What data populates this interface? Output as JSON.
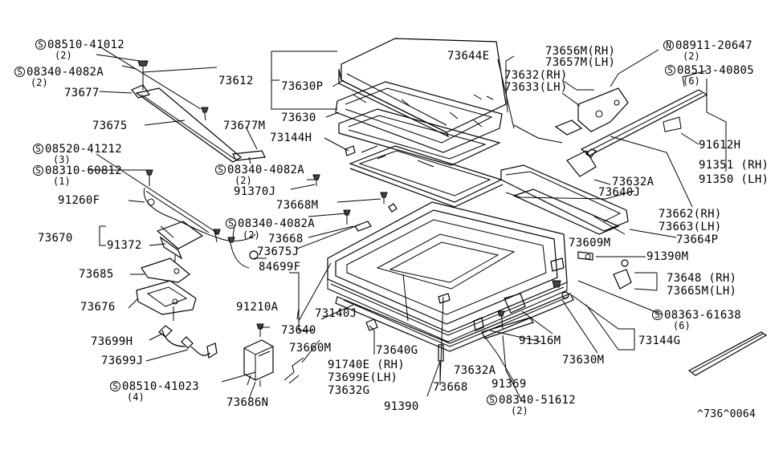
{
  "diagram": {
    "catalog_code": "^736^0064",
    "symbols": {
      "S": "S",
      "N": "N"
    },
    "callouts": {
      "c08510_41012": "08510-41012",
      "c08510_41012_q": "(2)",
      "c08340_4082A_a": "08340-4082A",
      "c08340_4082A_a_q": "(2)",
      "c73677": "73677",
      "c73675": "73675",
      "c73677M": "73677M",
      "c08340_4082A_b": "08340-4082A",
      "c08340_4082A_b_q": "(2)",
      "c08520_41212": "08520-41212",
      "c08520_41212_q": "(3)",
      "c08310_60812": "08310-60812",
      "c08310_60812_q": "(1)",
      "c91260F": "91260F",
      "c73670": "73670",
      "c91372": "91372",
      "c73685": "73685",
      "c73676": "73676",
      "c73699H": "73699H",
      "c73699J": "73699J",
      "c08510_41023": "08510-41023",
      "c08510_41023_q": "(4)",
      "c73686N": "73686N",
      "c73660M": "73660M",
      "c91210A": "91210A",
      "c84699F": "84699F",
      "c08340_4082A_c": "08340-4082A",
      "c08340_4082A_c_q": "(2)",
      "c73668_a": "73668",
      "c73675J": "73675J",
      "c73668M": "73668M",
      "c91370J": "91370J",
      "c73144H": "73144H",
      "c73630": "73630",
      "c73612": "73612",
      "c73630P": "73630P",
      "c73644E": "73644E",
      "c73656M": "73656M(RH)",
      "c73657M": "73657M(LH)",
      "c73632RH": "73632(RH)",
      "c73633LH": "73633(LH)",
      "c08911_20647": "08911-20647",
      "c08911_20647_q": "(2)",
      "c08513_40805": "08513-40805",
      "c08513_40805_q": "(6)",
      "c91612H": "91612H",
      "c91351": "91351 (RH)",
      "c91350": "91350 (LH)",
      "c73632A_a": "73632A",
      "c73640J": "73640J",
      "c73662": "73662(RH)",
      "c73663": "73663(LH)",
      "c73664P": "73664P",
      "c73609M": "73609M",
      "c91390M": "91390M",
      "c73648": "73648 (RH)",
      "c73665M": "73665M(LH)",
      "c08363_61638": "08363-61638",
      "c08363_61638_q": "(6)",
      "c73144G": "73144G",
      "c73630M": "73630M",
      "c91316M": "91316M",
      "c73140J": "73140J",
      "c73640": "73640",
      "c73640G": "73640G",
      "c91740E": "91740E (RH)",
      "c73699E": "73699E(LH)",
      "c73632G": "73632G",
      "c73632A_b": "73632A",
      "c73668_b": "73668",
      "c91369": "91369",
      "c91390": "91390",
      "c08340_51612": "08340-51612",
      "c08340_51612_q": "(2)"
    }
  }
}
